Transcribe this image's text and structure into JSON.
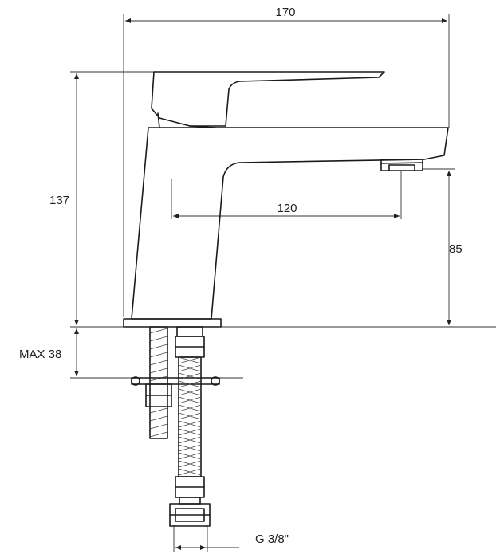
{
  "dimensions": {
    "overall_width": "170",
    "overall_height": "137",
    "spout_reach": "120",
    "spout_height": "85",
    "max_deck": "MAX 38",
    "thread": "G 3/8\""
  },
  "colors": {
    "line": "#1a1a1a",
    "background": "#ffffff"
  }
}
